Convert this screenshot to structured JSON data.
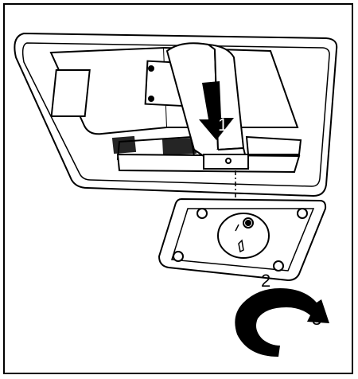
{
  "steps": {
    "step1": "1",
    "step2": "2",
    "step3": "3"
  },
  "colors": {
    "line": "#000000",
    "background": "#ffffff",
    "arrow": "#000000"
  },
  "icons": {
    "monitor": "monitor-back-icon",
    "stand_base": "stand-base-icon",
    "rotate_arrow": "rotate-clockwise-arrow-icon",
    "down_arrow": "down-arrow-icon"
  }
}
